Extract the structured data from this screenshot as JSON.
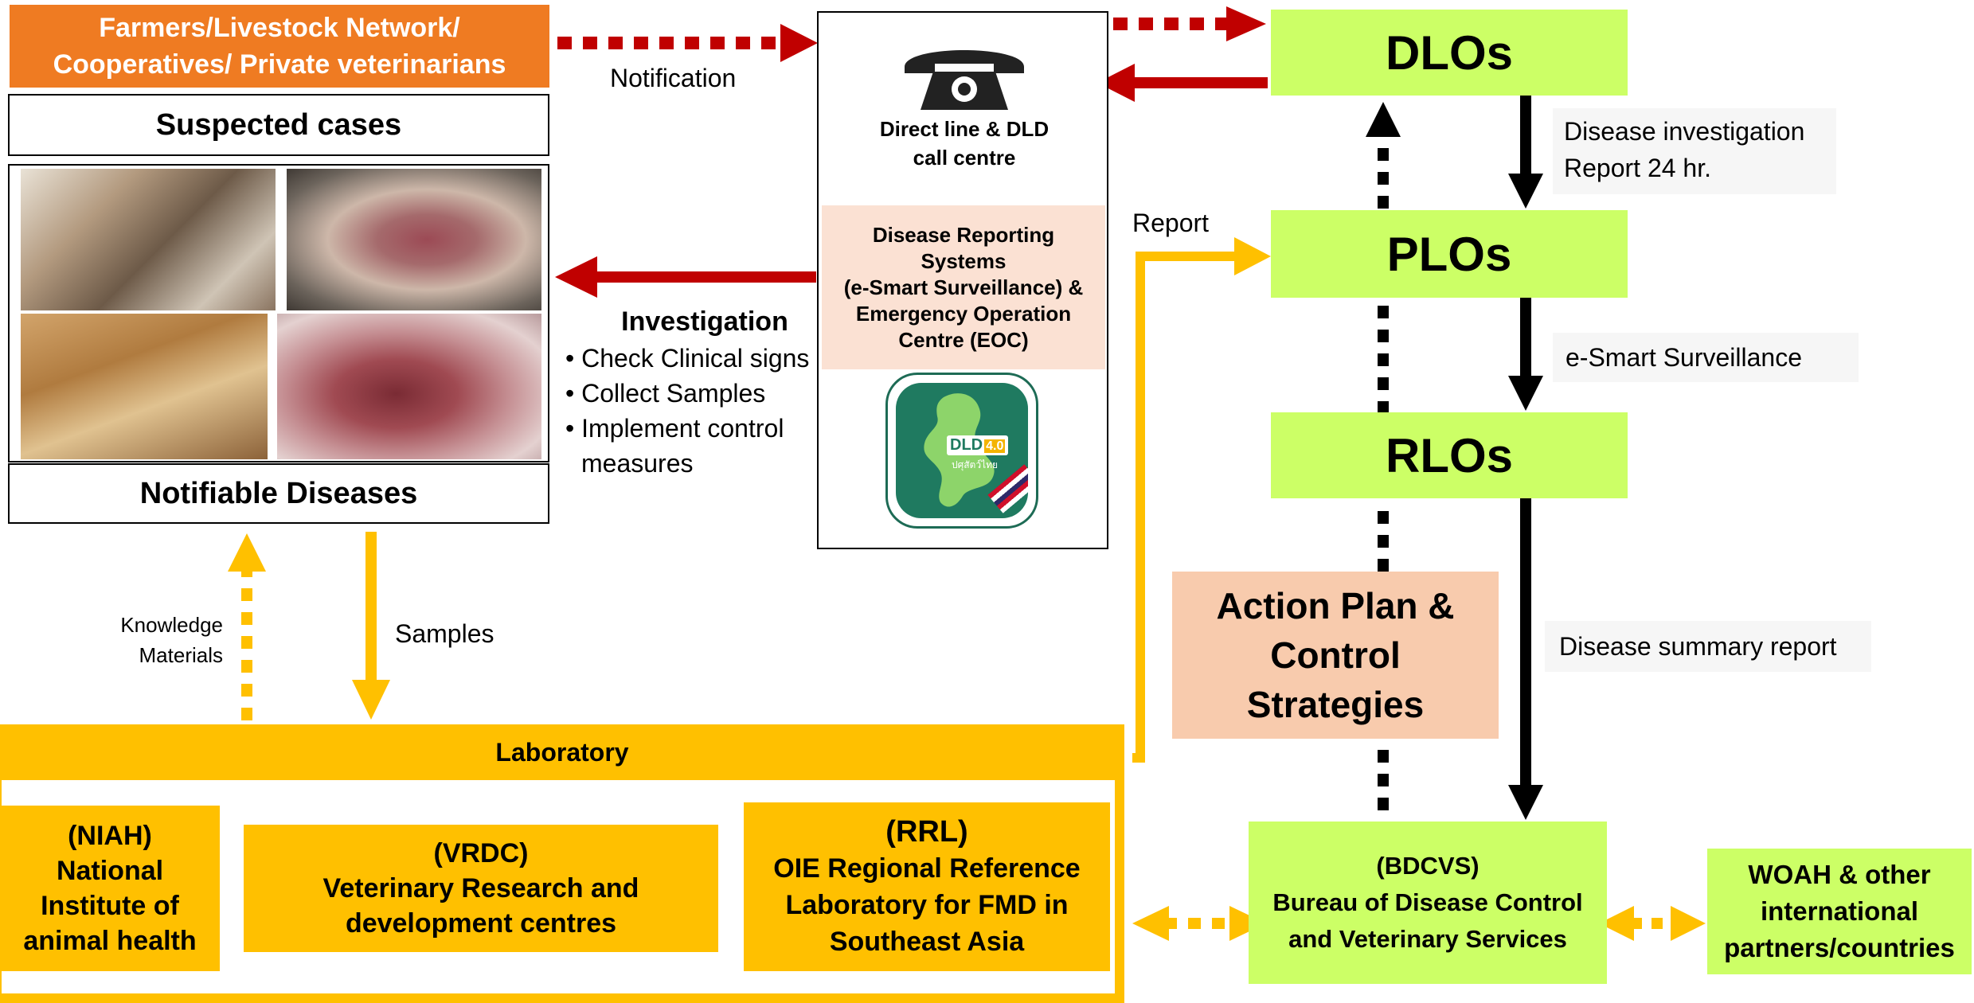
{
  "sources": {
    "network_line1": "Farmers/Livestock Network/",
    "network_line2": "Cooperatives/ Private veterinarians",
    "suspected_cases": "Suspected cases",
    "notifiable_diseases": "Notifiable Diseases"
  },
  "notification_label": "Notification",
  "call_centre": {
    "line1": "Direct line & DLD",
    "line2": "call centre",
    "reporting_line1": "Disease Reporting",
    "reporting_line2": "Systems",
    "reporting_line3": "(e-Smart Surveillance) &",
    "reporting_line4": "Emergency Operation",
    "reporting_line5": "Centre (EOC)",
    "app_logo_text": "DLD",
    "app_logo_version": "4.0",
    "app_logo_sub": "ปศุสัตว์ไทย"
  },
  "investigation": {
    "title": "Investigation",
    "items": [
      "Check Clinical signs",
      "Collect Samples",
      "Implement control",
      "measures"
    ]
  },
  "offices": {
    "dlo": "DLOs",
    "plo": "PLOs",
    "rlo": "RLOs"
  },
  "flow_labels": {
    "disease_investigation_line1": "Disease investigation",
    "disease_investigation_line2": "Report 24 hr.",
    "e_smart": "e-Smart Surveillance",
    "summary_report": "Disease summary report",
    "report": "Report",
    "samples": "Samples",
    "knowledge_line1": "Knowledge",
    "knowledge_line2": "Materials"
  },
  "action_plan": {
    "line1": "Action Plan &",
    "line2": "Control",
    "line3": "Strategies"
  },
  "laboratory": {
    "title": "Laboratory",
    "niah": [
      "(NIAH)",
      "National",
      "Institute of",
      "animal health"
    ],
    "vrdc": [
      "(VRDC)",
      "Veterinary Research and",
      "development centres"
    ],
    "rrl": [
      "(RRL)",
      "OIE Regional Reference",
      "Laboratory for FMD in",
      "Southeast Asia"
    ]
  },
  "bdcvs": [
    "(BDCVS)",
    "Bureau of Disease Control",
    "and Veterinary Services"
  ],
  "woah": [
    "WOAH & other",
    "international",
    "partners/countries"
  ],
  "colors": {
    "orange_banner": "#ef7b22",
    "green_box": "#ccff66",
    "yellow": "#ffc000",
    "red_arrow": "#c00000",
    "peach": "#f8cbad",
    "light_peach": "#fbe1d3"
  }
}
